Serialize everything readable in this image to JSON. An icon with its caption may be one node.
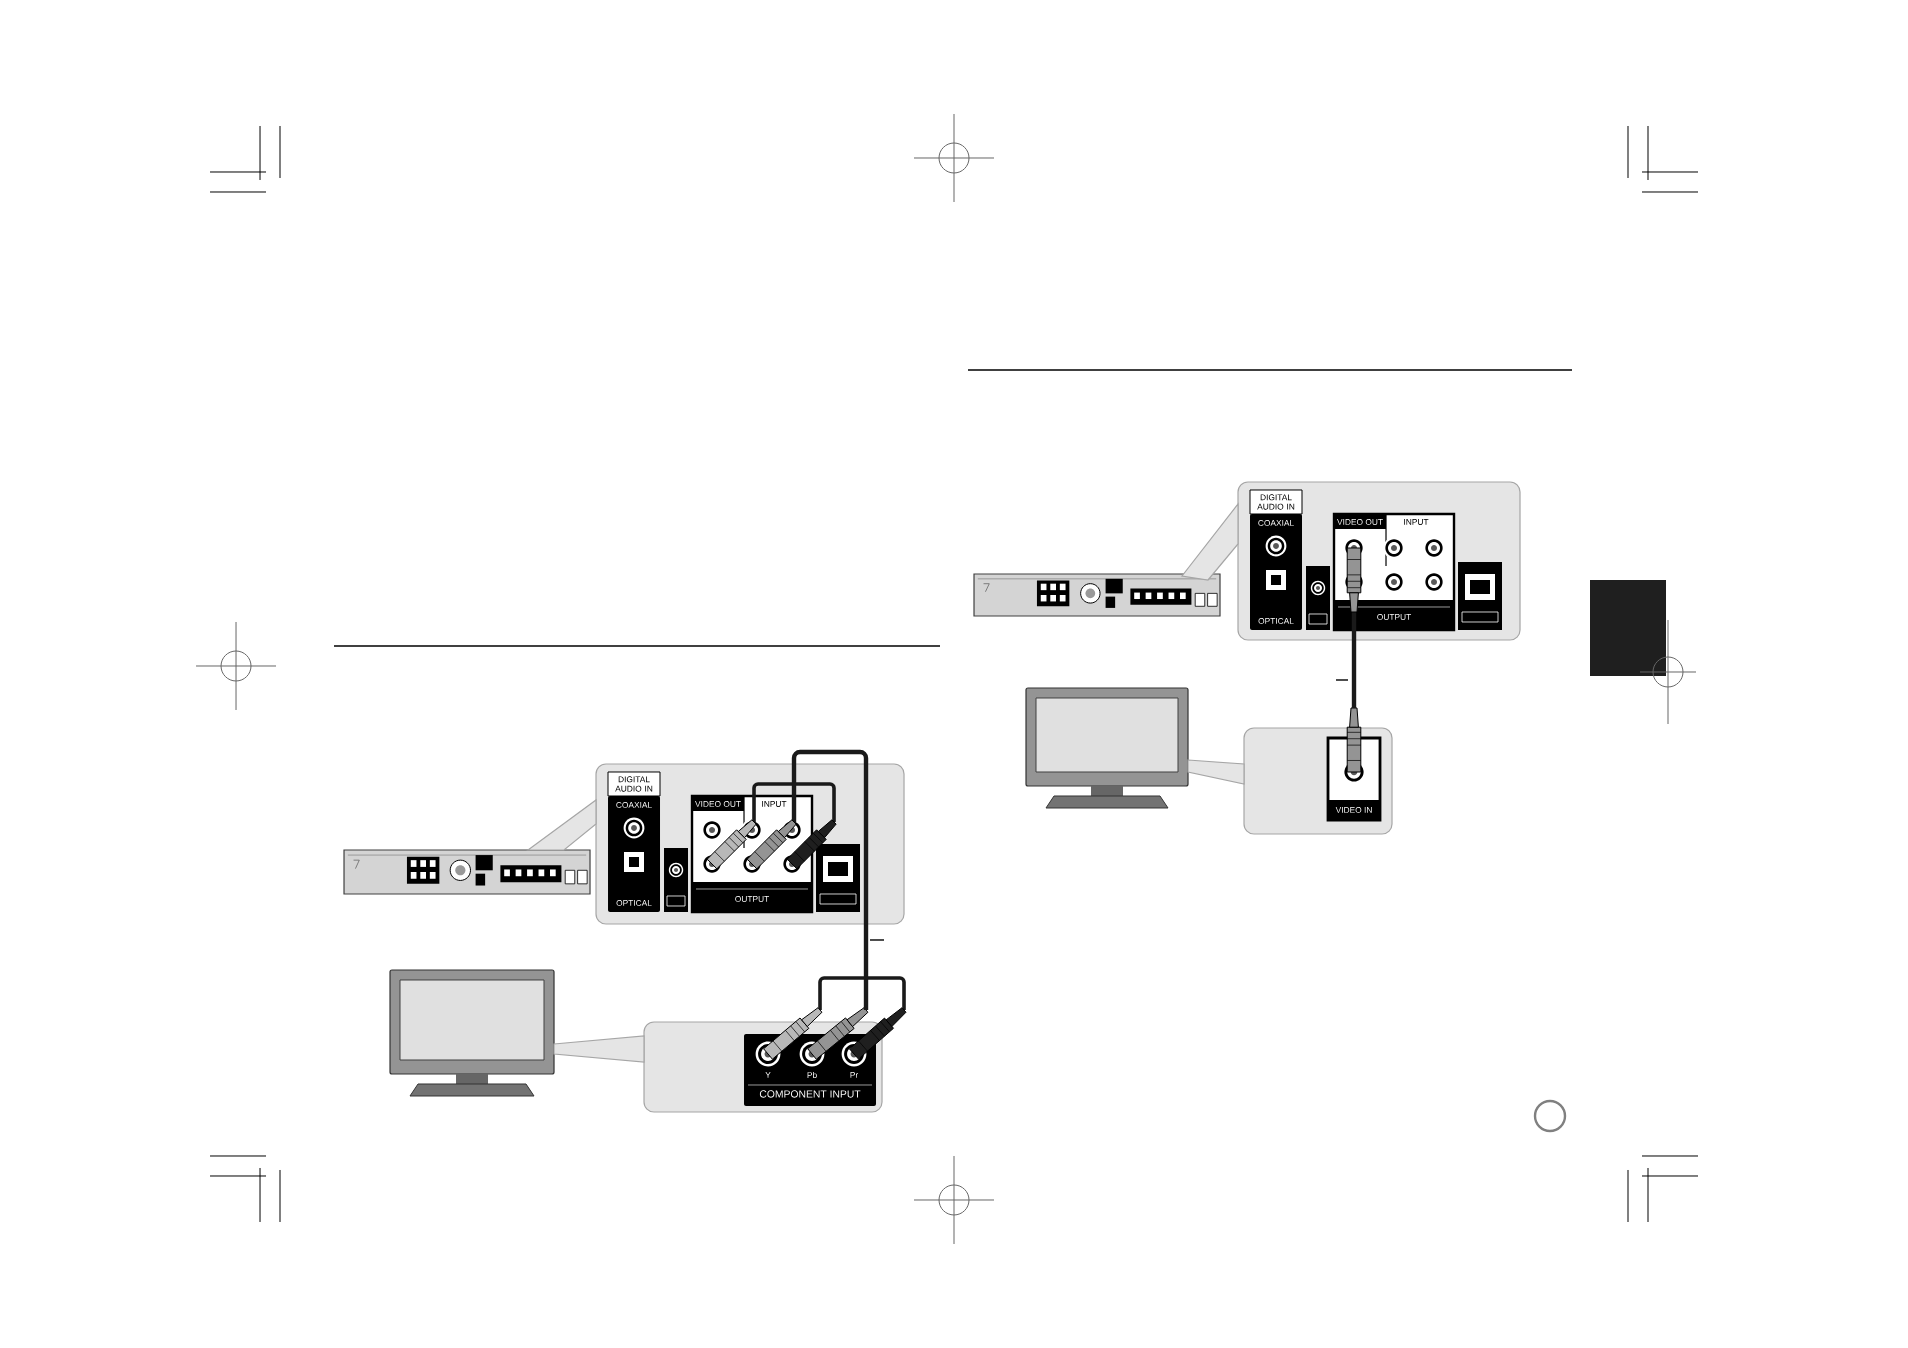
{
  "diagram": {
    "nodes": [
      {
        "text": [],
        "shape": "picture"
      },
      {
        "text": [
          "DIGITAL AUDIO IN",
          "COAXIAL",
          "OPTICAL",
          "VIDEO OUT",
          "INPUT",
          "OUTPUT"
        ]
      },
      {
        "text": [],
        "shape": "picture"
      },
      {
        "text": [
          "Y",
          "Pb",
          "Pr",
          "COMPONENT INPUT"
        ]
      },
      {
        "text": [],
        "shape": "picture"
      },
      {
        "text": [
          "DIGITAL AUDIO IN",
          "COAXIAL",
          "OPTICAL",
          "VIDEO OUT",
          "INPUT",
          "OUTPUT"
        ]
      },
      {
        "text": [],
        "shape": "picture"
      },
      {
        "text": [
          "VIDEO IN"
        ]
      }
    ],
    "edges": [
      {
        "from": 0,
        "to": 1,
        "arrow": "none"
      },
      {
        "from": 1,
        "to": 3,
        "arrow": "none",
        "color": "#1a1a1a"
      },
      {
        "from": 2,
        "to": 3,
        "arrow": "none"
      },
      {
        "from": 4,
        "to": 5,
        "arrow": "none"
      },
      {
        "from": 5,
        "to": 7,
        "arrow": "none",
        "color": "#1a1a1a"
      },
      {
        "from": 6,
        "to": 7,
        "arrow": "none"
      }
    ]
  }
}
